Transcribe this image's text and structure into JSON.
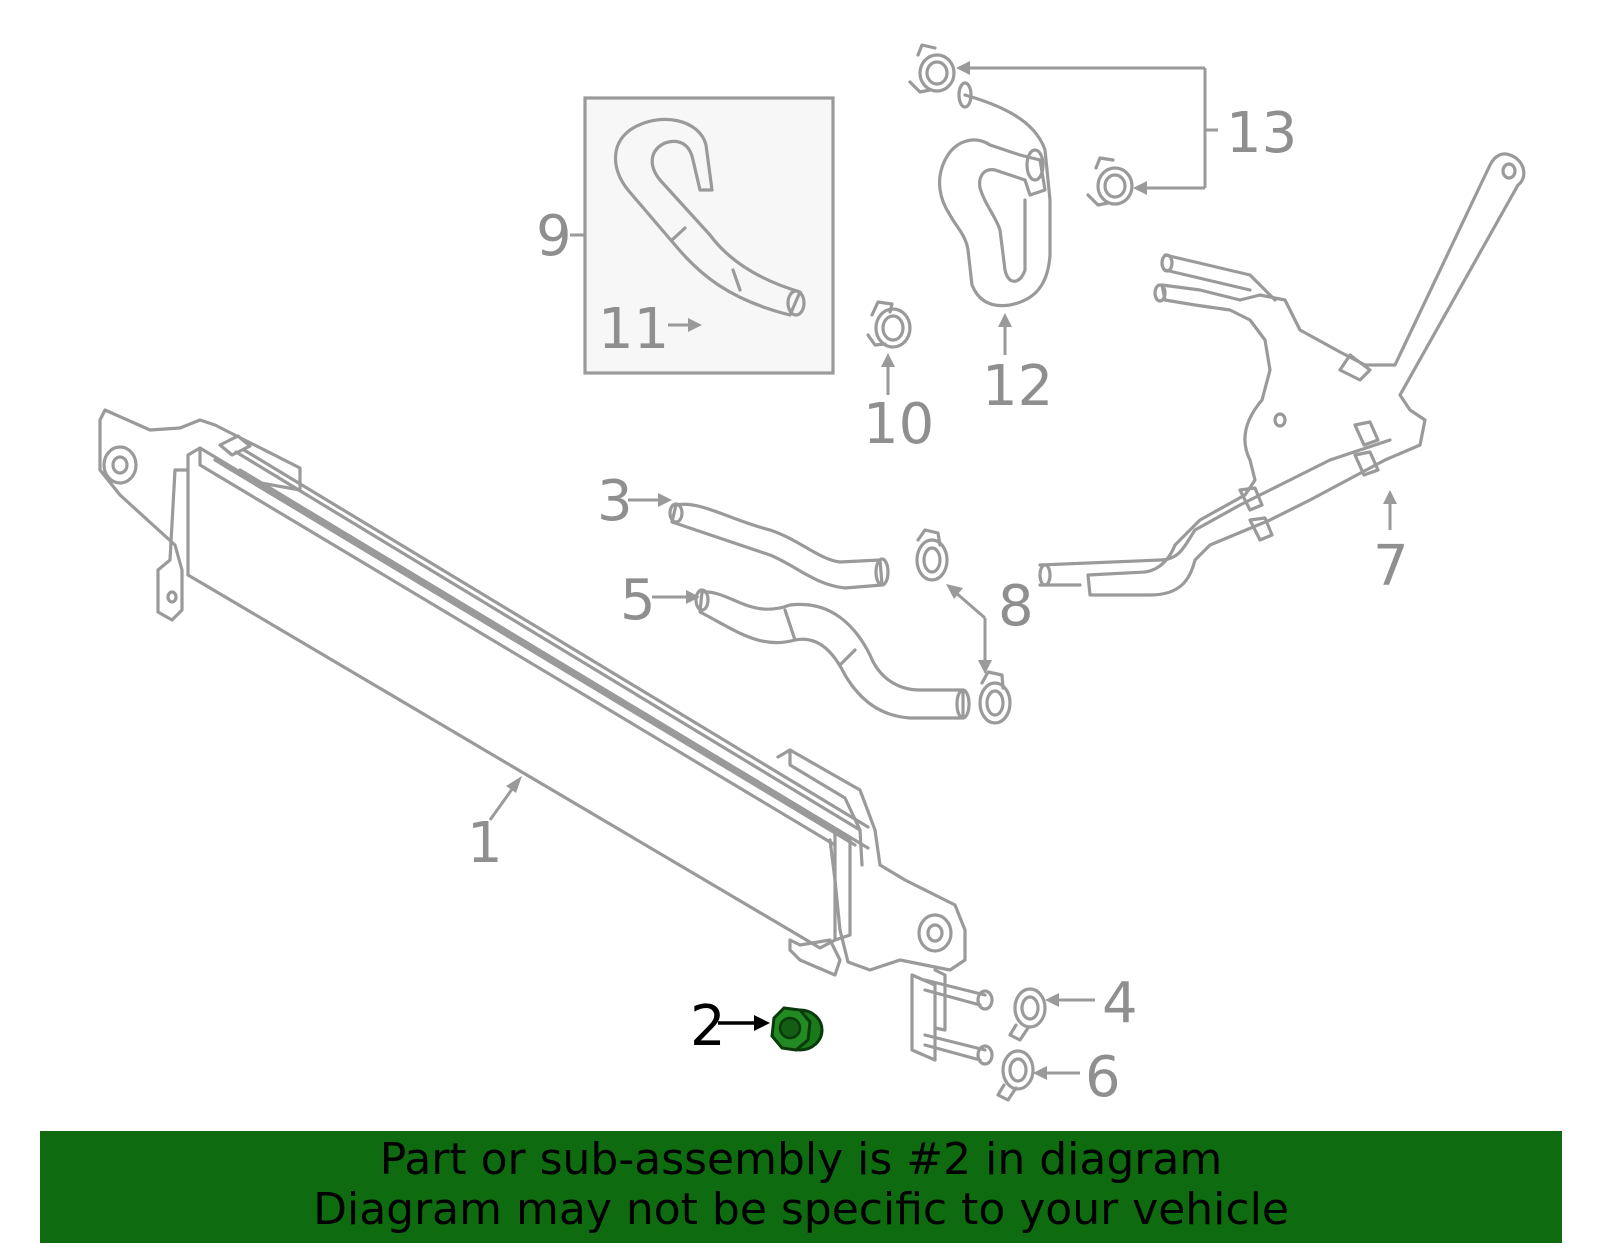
{
  "diagram": {
    "callouts": [
      {
        "id": "1",
        "label": "1"
      },
      {
        "id": "2",
        "label": "2"
      },
      {
        "id": "3",
        "label": "3"
      },
      {
        "id": "4",
        "label": "4"
      },
      {
        "id": "5",
        "label": "5"
      },
      {
        "id": "6",
        "label": "6"
      },
      {
        "id": "7",
        "label": "7"
      },
      {
        "id": "8",
        "label": "8"
      },
      {
        "id": "9",
        "label": "9"
      },
      {
        "id": "10",
        "label": "10"
      },
      {
        "id": "11",
        "label": "11"
      },
      {
        "id": "12",
        "label": "12"
      },
      {
        "id": "13",
        "label": "13"
      }
    ],
    "highlighted_part": "2",
    "colors": {
      "line_art": "#9a9a9a",
      "highlight_part": "#1a7a1a",
      "banner_background": "#0f6b0f",
      "banner_text": "#000000"
    }
  },
  "banner": {
    "line1": "Part or sub-assembly is #2 in diagram",
    "line2": "Diagram may not be specific to your vehicle"
  }
}
